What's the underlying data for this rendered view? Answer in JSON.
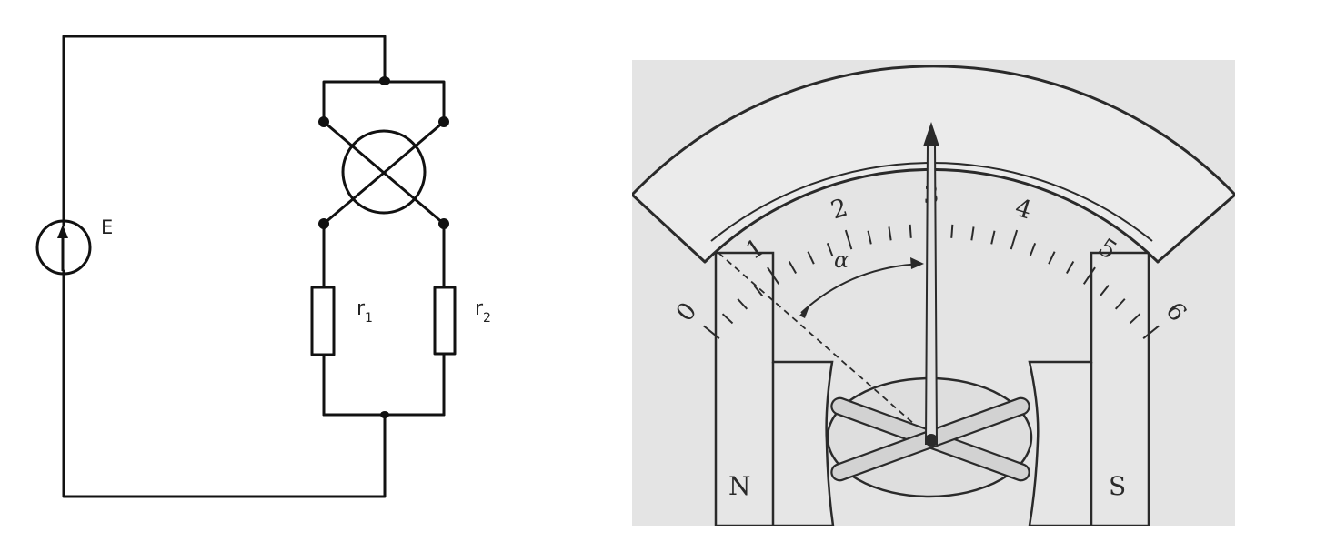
{
  "circuit": {
    "source_label": "E",
    "resistor1_label": "r",
    "resistor1_subscript": "1",
    "resistor2_label": "r",
    "resistor2_subscript": "2"
  },
  "meter": {
    "scale_numbers": [
      "0",
      "1",
      "2",
      "3",
      "4",
      "5",
      "6"
    ],
    "pointer_value": 3,
    "angle_label": "α",
    "pole_left": "N",
    "pole_right": "S"
  },
  "colors": {
    "line": "#111111",
    "meter_background": "#e4e4e4",
    "meter_scale": "#ebebeb",
    "meter_ink": "#2a2a2a"
  }
}
